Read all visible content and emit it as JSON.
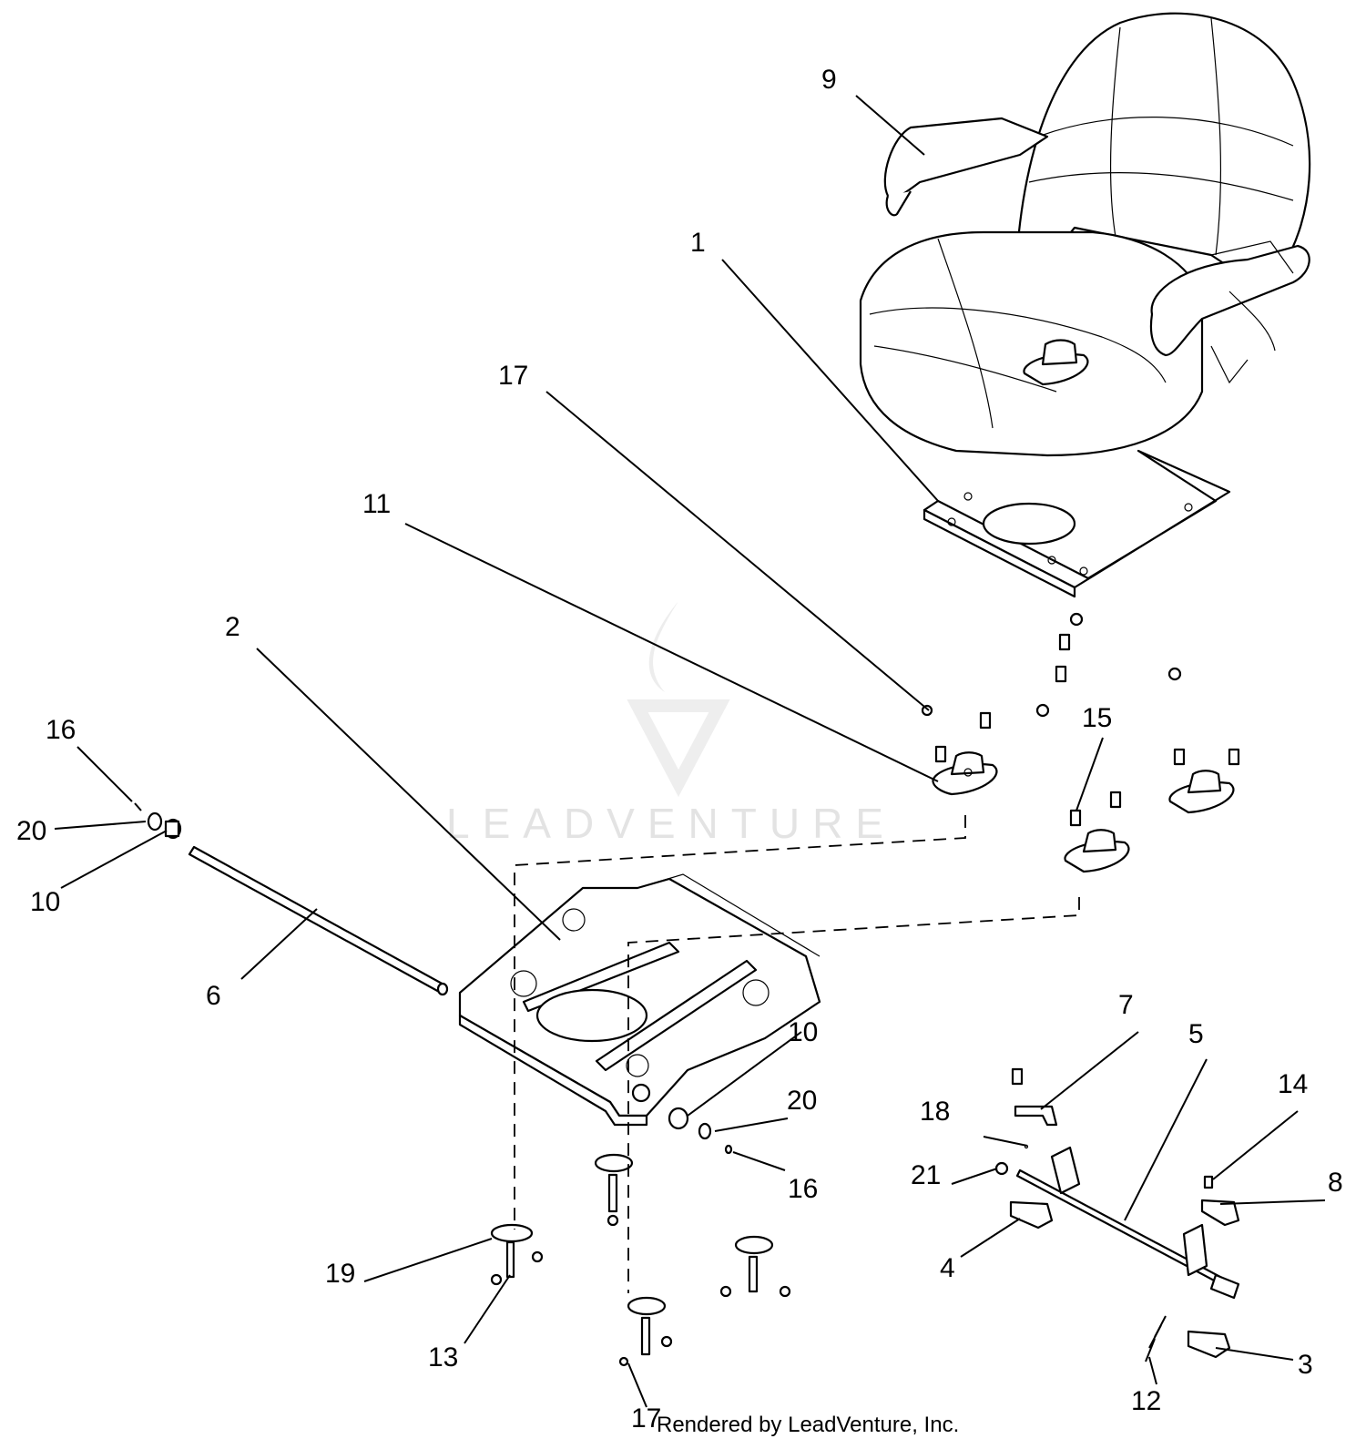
{
  "callouts": [
    {
      "id": "c1",
      "text": "1"
    },
    {
      "id": "c2",
      "text": "2"
    },
    {
      "id": "c3",
      "text": "3"
    },
    {
      "id": "c4",
      "text": "4"
    },
    {
      "id": "c5",
      "text": "5"
    },
    {
      "id": "c6",
      "text": "6"
    },
    {
      "id": "c7",
      "text": "7"
    },
    {
      "id": "c8",
      "text": "8"
    },
    {
      "id": "c9",
      "text": "9"
    },
    {
      "id": "c10a",
      "text": "10"
    },
    {
      "id": "c10b",
      "text": "10"
    },
    {
      "id": "c11",
      "text": "11"
    },
    {
      "id": "c12",
      "text": "12"
    },
    {
      "id": "c13",
      "text": "13"
    },
    {
      "id": "c14",
      "text": "14"
    },
    {
      "id": "c15",
      "text": "15"
    },
    {
      "id": "c16a",
      "text": "16"
    },
    {
      "id": "c16b",
      "text": "16"
    },
    {
      "id": "c17a",
      "text": "17"
    },
    {
      "id": "c17b",
      "text": "17"
    },
    {
      "id": "c18",
      "text": "18"
    },
    {
      "id": "c19",
      "text": "19"
    },
    {
      "id": "c20a",
      "text": "20"
    },
    {
      "id": "c20b",
      "text": "20"
    },
    {
      "id": "c21",
      "text": "21"
    }
  ],
  "footer": "Rendered by LeadVenture, Inc.",
  "watermark": "LEADVENTURE"
}
